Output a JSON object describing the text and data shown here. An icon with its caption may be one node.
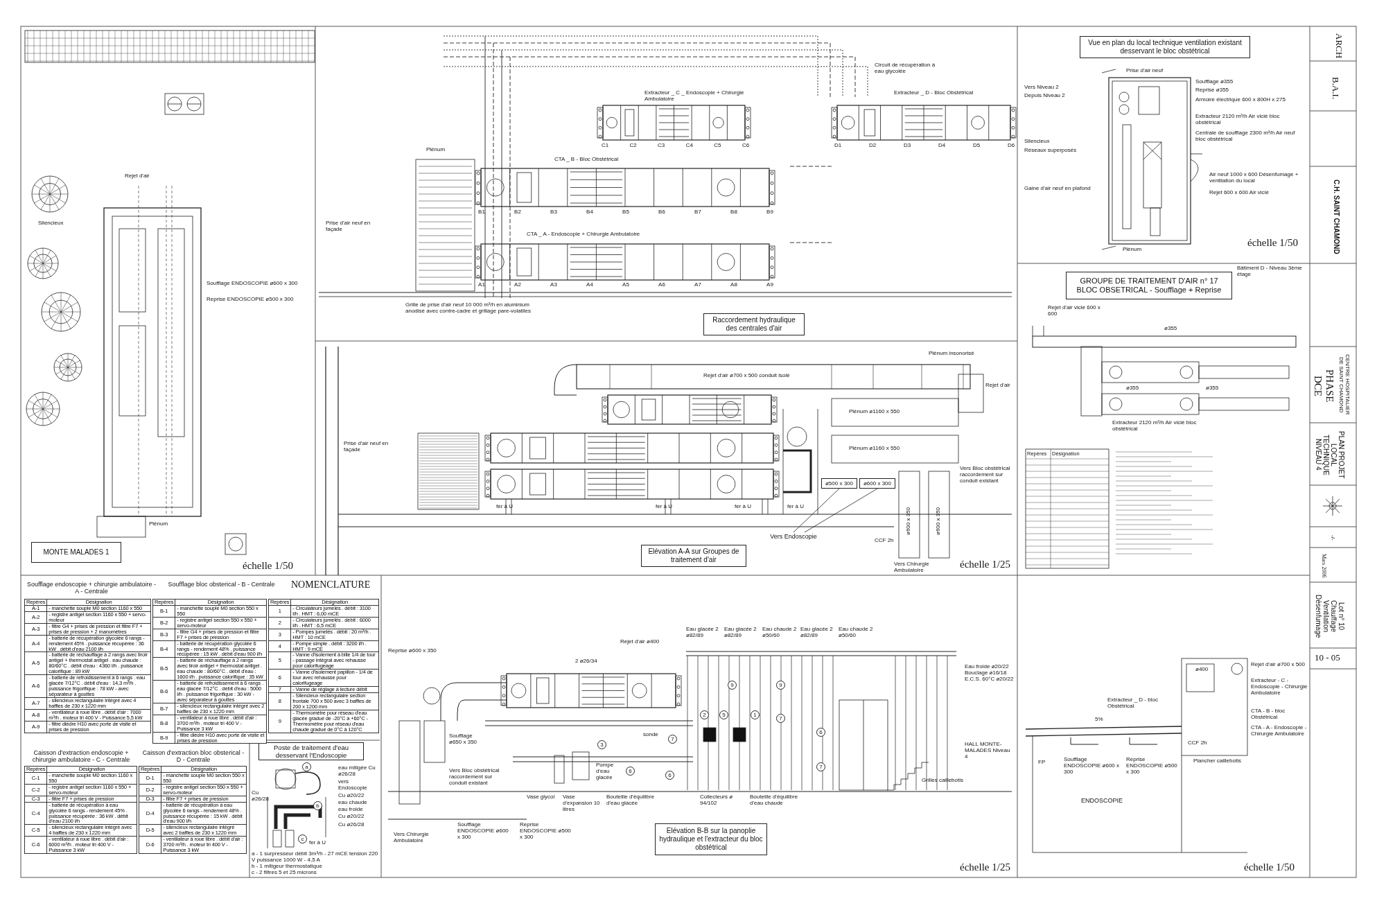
{
  "diagram": {
    "nodes": [
      {
        "text": [
          "MONTE MALADES 1"
        ]
      },
      {
        "text": [
          "Raccordement hydraulique des centrales d'air"
        ]
      },
      {
        "text": [
          "Elévation A-A sur Groupes de traitement d'air"
        ]
      },
      {
        "text": [
          "Vers Endoscopie"
        ]
      },
      {
        "text": [
          "Vue en plan du local technique ventilation existant desservant le bloc obstétrical"
        ]
      },
      {
        "text": [
          "GROUPE DE TRAITEMENT D'AIR n° 17 BLOC OBSETRICAL - Soufflage + Reprise"
        ]
      },
      {
        "text": [
          "Poste de traitement d'eau desservant l'Endoscopie"
        ]
      },
      {
        "text": [
          "Elévation B-B sur la panoplie hydraulique et l'extracteur du bloc obstétrical"
        ]
      },
      {
        "text": [
          "ø500 x 300"
        ]
      },
      {
        "text": [
          "ø600 x 300"
        ]
      }
    ],
    "edges": [
      {
        "from": 3,
        "to": 8,
        "arrow": "none"
      },
      {
        "from": 3,
        "to": 9,
        "arrow": "none"
      }
    ],
    "labels": [
      "Rejet d'air",
      "Silencieux",
      "Plénum",
      "Soufflage ENDOSCOPIE ø600 x 300",
      "Reprise ENDOSCOPIE ø500 x 300",
      "échelle 1/50",
      "Prise d'air neuf en façade",
      "Plénum",
      "Circuit de récupération à eau glycolée",
      "Extracteur _ C _ Endoscopie + Chirurgie Ambulatoire",
      "Extracteur _ D - Bloc Obstétrical",
      "CTA _ B - Bloc Obstétrical",
      "CTA _ A - Endoscopie + Chirurgie Ambulatoire",
      "Grille de prise d'air neuf 10 000 m³/h en aluminium anodisé avec contre-cadre et grillage pare-volatiles",
      "C1",
      "C2",
      "C3",
      "C4",
      "C5",
      "C6",
      "D1",
      "D2",
      "D3",
      "D4",
      "D5",
      "D6",
      "B1",
      "B2",
      "B3",
      "B4",
      "B5",
      "B6",
      "B7",
      "B8",
      "B9",
      "A1",
      "A2",
      "A3",
      "A4",
      "A5",
      "A6",
      "A7",
      "A8",
      "A9",
      "Prise d'air neuf en façade",
      "Rejet d'air ø700 x 500 conduit isolé",
      "Plénum insonorisé",
      "Rejet d'air",
      "Plénum ø1160 x 550",
      "Plénum ø1160 x 550",
      "fer à U",
      "fer à U",
      "fer à U",
      "fer à U",
      "CCF 2h",
      "Vers Bloc obstétrical raccordement sur conduit existant",
      "ø600 x 350",
      "ø600 x 350",
      "Vers Chirurgie Ambulatoire",
      "échelle 1/25",
      "Prise d'air neuf",
      "Vers Niveau 2",
      "Depuis Niveau 2",
      "Soufflage ø355",
      "Reprise ø355",
      "Armoire électrique 600 x 800H x 275",
      "Silencieux",
      "Réseaux superposés",
      "Extracteur 2120 m³/h Air vicié bloc obstétrical",
      "Centrale de soufflage 2300 m³/h Air neuf bloc obstétrical",
      "Gaine d'air neuf en plafond",
      "Plénum",
      "Air neuf 1000 x 600 Désenfumage + ventilation du local",
      "Rejet 600 x 600 Air vicié",
      "échelle 1/50",
      "Bâtiment D - Niveau 3ème étage",
      "Rejet d'air vicié 600 x 600",
      "ø355",
      "ø355",
      "ø355",
      "Extracteur 2120 m³/h Air vicié bloc obstétrical",
      "Repères",
      "Désignation",
      "Rejet d'air ø400",
      "2 ø26/34",
      "Eau glacée 2 ø82/89",
      "Eau glacée 2 ø82/89",
      "Eau chaude 2 ø50/60",
      "Eau glacée 2 ø82/89",
      "Eau chaude 2 ø50/60",
      "Reprise ø600 x 350",
      "Soufflage ø650 x 350",
      "Vers Bloc obstétrical raccordement sur conduit existant",
      "Pompe d'eau glacée",
      "sonde",
      "Vase glycol",
      "Vase d'expansion 10 litres",
      "Bouteille d'équilibre d'eau glacée",
      "Collecteurs ø 94/102",
      "Bouteille d'équilibre d'eau chaude",
      "Eau froide ø20/22 Bouclage ø16/18 E.C.S. 60°C ø20/22",
      "HALL MONTE-MALADES Niveau 4",
      "Grilles caillebotis",
      "Soufflage ENDOSCOPIE ø600 x 300",
      "Reprise ENDOSCOPIE ø500 x 300",
      "Vers Chirurgie Ambulatoire",
      "échelle 1/25",
      "3",
      "6",
      "6",
      "7",
      "2",
      "5",
      "1",
      "9",
      "9",
      "7",
      "6",
      "7",
      "Rejet d'air ø700 x 500",
      "ø400",
      "Extracteur - C - Endoscopie - Chirurgie Ambulatoire",
      "Extracteur _ D - bloc Obstétrical",
      "CTA - B - bloc Obstétrical",
      "5%",
      "CTA - A - Endoscopie - Chirurgie Ambulatoire",
      "CCF 2h",
      "Plancher caillebotis",
      "FP",
      "Soufflage ENDOSCOPIE ø600 x 300",
      "Reprise ENDOSCOPIE ø500 x 300",
      "ENDOSCOPIE",
      "échelle 1/50",
      "NOMENCLATURE",
      "Soufflage endoscopie + chirurgie ambulatoire - A - Centrale",
      "Soufflage bloc obsterical - B - Centrale",
      "Repères",
      "Désignation",
      "A-1",
      "- manchette souple M0 section 1160 x 550",
      "A-2",
      "- registre antigel section 1160 x 550 + servo-moteur",
      "A-3",
      "- filtre G4 + prises de pression et filtre F7 + prises de pression + 2 manomètres",
      "A-4",
      "- batterie de récupération glycolée 6 rangs - rendement 45% . puissance récupérée : 36 kW . débit d'eau 2100 l/h",
      "A-5",
      "- batterie de réchauffage à 2 rangs avec tiroir antigel + thermostat antigel . eau chaude : 80/60°C . débit d'eau : 4360 l/h . puissance calorifique : 89 kW",
      "A-6",
      "- batterie de refroidissement à 6 rangs . eau glacée 7/12°C . débit d'eau : 14,3 m³/h . puissance frigorifique : 78 kW - avec séparateur à gouttes",
      "A-7",
      "- silencieux rectangulaire intégré avec 4 baffles de 230 x 1220 mm",
      "A-8",
      "- ventilateur à roue libre . débit d'air : 7000 m³/h . moteur tri 400 V - Puissance 5,5 kW",
      "A-9",
      "- filtre dièdre H10 avec porte de visite et prises de pression",
      "Repères",
      "Désignation",
      "B-1",
      "- manchette souple M0 section 550 x 550",
      "B-2",
      "- registre antigel section 550 x 550 + servo-moteur",
      "B-3",
      "- filtre G4 + prises de pression et filtre F7 + prises de pression",
      "B-4",
      "- batterie de récupération glycolée 6 rangs - rendement 48% . puissance récupérée : 15 kW . débit d'eau 900 l/h",
      "B-5",
      "- batterie de réchauffage à 2 rangs avec tiroir antigel + thermostat antigel . eau chaude : 80/60°C . débit d'eau : 1600 l/h . puissance calorifique : 35 kW",
      "B-6",
      "- batterie de refroidissement à 6 rangs . eau glacée 7/12°C . débit d'eau : 5000 l/h . puissance frigorifique : 30 kW - avec séparateur à gouttes",
      "B-7",
      "- silencieux rectangulaire intégré avec 2 baffles de 230 x 1220 mm",
      "B-8",
      "- ventilateur à roue libre . débit d'air : 3700 m³/h . moteur tri 400 V - Puissance 3 kW",
      "B-9",
      "- filtre dièdre H10 avec porte de visite et prises de pression",
      "Repères",
      "Désignation",
      "1",
      "- Circulateurs jumelés . débit : 3100 l/h . HMT : 6,00 mCE",
      "2",
      "- Circulateurs jumelés . débit : 6000 l/h . HMT : 6,5 mCE",
      "3",
      "- Pompes jumelés . débit : 20 m³/h . HMT : 10 mCE",
      "4",
      "- Pompe simple . débit : 3200 l/h . HMT : 9 mCE",
      "5",
      "- Vanne d'isolement à bille 1/4 de tour - passage intégral avec rehausse pour calorifugeage",
      "6",
      "- Vanne d'isolement papillon - 1/4 de tour avec rehausse pour calorifugeage",
      "7",
      "- Vanne de réglage à lecture débit",
      "8",
      "- Silencieux rectangulaire section frontale 700 x 500 avec 3 baffles de 200 x 1200 mm",
      "9",
      "- Thermomètre pour réseau d'eau glacée gradué de -20°C à +60°C - Thermomètre pour réseau d'eau chaude gradué de 0°C à 120°C",
      "Caisson d'extraction endoscopie + chirurgie ambulatoire - C - Centrale",
      "Caisson d'extraction bloc obsterical - D - Centrale",
      "Repères",
      "Désignation",
      "C-1",
      "- manchette souple M0 section 1160 x 550",
      "C-2",
      "- registre antigel section 1160 x 550 + servo-moteur",
      "C-3",
      "- filtre F7 + prises de pression",
      "C-4",
      "- batterie de récupération à eau glycolée 6 rangs - rendement 45% . puissance récupérée : 36 kW . débit d'eau 2100 l/h",
      "C-5",
      "- silencieux rectangulaire intégré avec 4 baffles de 230 x 1220 mm",
      "C-6",
      "- ventilateur à roue libre . débit d'air : 6000 m³/h . moteur tri 400 V - Puissance 3 kW",
      "Repères",
      "Désignation",
      "D-1",
      "- manchette souple M0 section 550 x 550",
      "D-2",
      "- registre antigel section 550 x 550 + servo-moteur",
      "D-3",
      "- filtre F7 + prises de pression",
      "D-4",
      "- batterie de récupération à eau glycolée 6 rangs - rendement 48% . puissance récupérée : 15 kW . débit d'eau 900 l/h",
      "D-5",
      "- silencieux rectangulaire intégré avec 2 baffles de 230 x 1220 mm",
      "D-6",
      "- ventilateur à roue libre . débit d'air : 3700 m³/h . moteur tri 400 V - Puissance 3 kW",
      "a",
      "b",
      "c",
      "eau mitigée Cu ø26/28",
      "vers Endoscopie",
      "Cu ø20/22",
      "eau chaude",
      "eau froide",
      "Cu ø20/22",
      "Cu ø26/28",
      "Cu ø26/28",
      "a - 1 surpresseur débit 3m³/h - 27 mCE tension 220 V puissance 1000 W - 4,5 A",
      "b - 1 mitigeur thermostatique",
      "c - 2 filtres 5 et 25 microns",
      "fer à U",
      "ARCH",
      "B.A.I.",
      "C.H. SAINT CHAMOND",
      "CENTRE HOSPITALIER DE SAINT CHAMOND",
      "PHASE",
      "DCE",
      "PLAN PROJET LOCAL TECHNIQUE NIVEAU 4",
      "-/-",
      "Mars 2006",
      "Lot n° 10 Chauffage Ventilation Désenfumage",
      "10 - 05"
    ]
  }
}
